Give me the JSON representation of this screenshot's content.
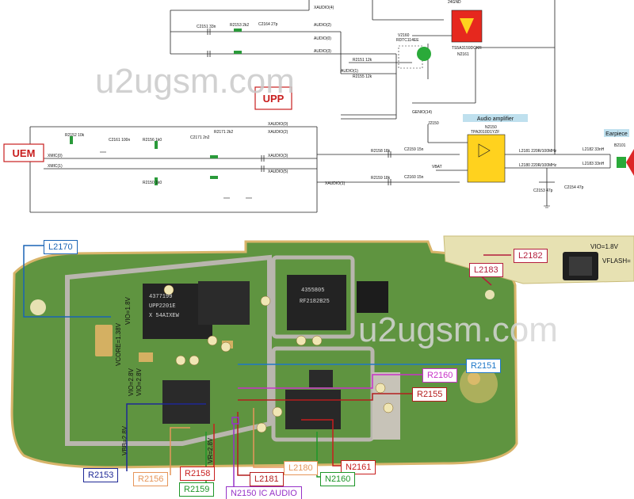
{
  "watermark": "u2ugsm.com",
  "schematic": {
    "blocks": [
      {
        "id": "upp",
        "text": "UPP"
      },
      {
        "id": "uem",
        "text": "UEM"
      },
      {
        "id": "amp_title",
        "text": "Audio amplifier"
      },
      {
        "id": "earpiece",
        "text": "Earpiece"
      }
    ],
    "parts": [
      {
        "ref": "N2150",
        "desc": "TPA2010D1YZF"
      },
      {
        "ref": "N2161",
        "desc": "TS5A3159DCKR"
      },
      {
        "ref": "V2160",
        "desc": "RDTC114EE"
      },
      {
        "ref": "B2101",
        "desc": ""
      }
    ],
    "nets": [
      "XAUDIO(4)",
      "AUDIO(2)",
      "AUDIO(0)",
      "AUDIO(3)",
      "AUDIO(1)",
      "XAUDIO(0)",
      "XAUDIO(2)",
      "XAUDIO(3)",
      "XAUDIO(5)",
      "XAUDIO(1)",
      "XMIC(0)",
      "XMIC(1)",
      "GENIO(14)",
      "VBAT",
      "GND",
      "24GND"
    ],
    "values": [
      "R2152 10k",
      "C2161 100n",
      "R2153 2k2",
      "C2151 33n",
      "C2164 27p",
      "R2151 12k",
      "R2155 12k",
      "R2158 18k",
      "R2159 18k",
      "C2159 15n",
      "C2160 15n",
      "L2181 220R/100MHz",
      "L2180 220R/100MHz",
      "L2182 33nH",
      "L2183 33nH",
      "C2153 47p",
      "C2154 47p",
      "R2156 1k0",
      "R2150 1k0",
      "C2171 2n2",
      "R2171 2k2",
      "J2150"
    ]
  },
  "board_labels": [
    {
      "id": "L2170",
      "text": "L2170",
      "color": "#1a64b5"
    },
    {
      "id": "L2182",
      "text": "L2182",
      "color": "#b41e3c"
    },
    {
      "id": "L2183",
      "text": "L2183",
      "color": "#b41e3c"
    },
    {
      "id": "R2151",
      "text": "R2151",
      "color": "#1e78c8"
    },
    {
      "id": "R2160",
      "text": "R2160",
      "color": "#c832c8"
    },
    {
      "id": "R2155",
      "text": "R2155",
      "color": "#b41e1e"
    },
    {
      "id": "R2153",
      "text": "R2153",
      "color": "#1e2896"
    },
    {
      "id": "R2156",
      "text": "R2156",
      "color": "#e6965a"
    },
    {
      "id": "R2158",
      "text": "R2158",
      "color": "#c81e1e"
    },
    {
      "id": "R2159",
      "text": "R2159",
      "color": "#1e9628"
    },
    {
      "id": "L2181",
      "text": "L2181",
      "color": "#b41e1e"
    },
    {
      "id": "L2180",
      "text": "L2180",
      "color": "#e6965a"
    },
    {
      "id": "N2161",
      "text": "N2161",
      "color": "#c81e1e"
    },
    {
      "id": "N2160",
      "text": "N2160",
      "color": "#1e9628"
    },
    {
      "id": "N2150",
      "text": "N2150 IC AUDIO",
      "color": "#9632c8"
    }
  ],
  "voltages": [
    "VIO=1.8V",
    "VFLASH=",
    "VIO=1.8V",
    "VCORE=1.38V",
    "VIO=2.8V",
    "VIO=2.8V",
    "VBB=2.8V",
    "VR=2.8V"
  ],
  "chip_text": [
    "4377199",
    "UPP2201E",
    "X 54AIXEW",
    "4355805",
    "RF2182B25"
  ],
  "colors": {
    "board": "#5f9440",
    "shield": "#a9a69e",
    "chip": "#232323",
    "amp": "#ffd21e",
    "switch": "#e6281e",
    "connector": "#dc2828"
  }
}
